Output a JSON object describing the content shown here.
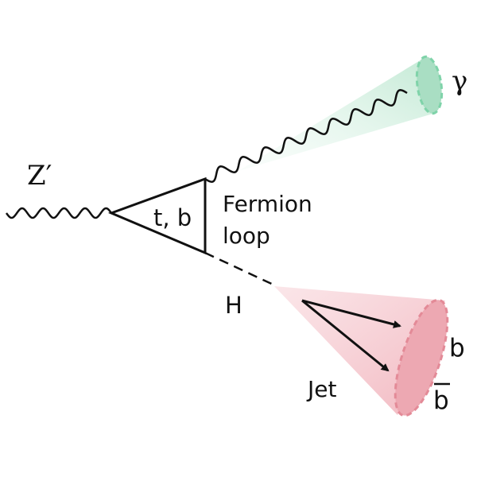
{
  "labels": {
    "z_prime": "Z′",
    "quarks": "t, b",
    "fermion": "Fermion",
    "loop": "loop",
    "higgs": "H",
    "photon": "γ",
    "jet": "Jet",
    "b": "b",
    "b_bar": "b"
  },
  "colors": {
    "line": "#111111",
    "photon_cone_fill": "#cfeedd",
    "photon_cone_edge": "#7fd3a9",
    "jet_cone_fill": "#f4c4cb",
    "jet_cone_edge": "#e38a97"
  }
}
